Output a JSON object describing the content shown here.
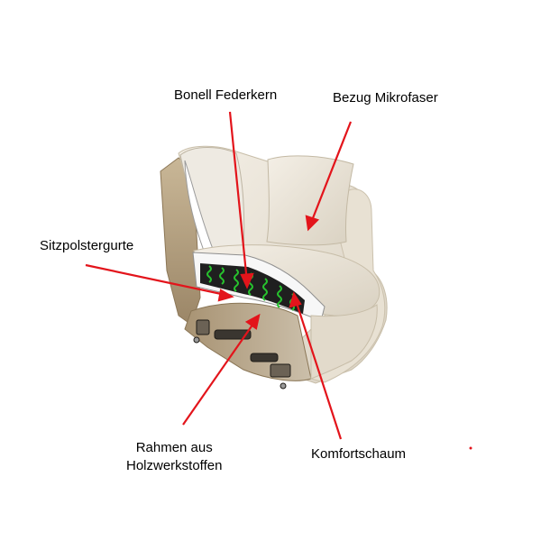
{
  "labels": {
    "bonell": "Bonell Federkern",
    "bezug": "Bezug Mikrofaser",
    "sitz": "Sitzpolstergurte",
    "rahmen_line1": "Rahmen aus",
    "rahmen_line2": "Holzwerkstoffen",
    "komfort": "Komfortschaum"
  },
  "colors": {
    "arrow": "#e3141b",
    "fabric": "#ece6da",
    "fabric_shadow": "#cfc6b4",
    "frame": "#b9a586",
    "spring": "#27c22e"
  }
}
